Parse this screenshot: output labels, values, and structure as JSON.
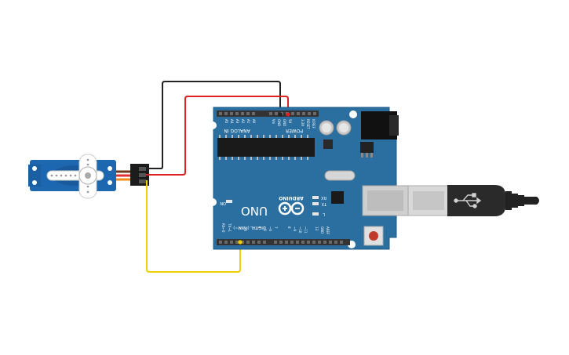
{
  "board": {
    "brand": "ARDUINO",
    "model": "UNO",
    "power_header_label": "POWER",
    "analog_header_label": "ANALOG IN",
    "digital_header_label": "DIGITAL (PWM~)",
    "power_pins": [
      "IOREF",
      "RESET",
      "3.3V",
      "5V",
      "GND",
      "GND",
      "Vin"
    ],
    "analog_pins": [
      "A0",
      "A1",
      "A2",
      "A3",
      "A4",
      "A5"
    ],
    "digital_pins": [
      "AREF",
      "GND",
      "13",
      "~11",
      "~10",
      "~9",
      "8",
      "7",
      "~6",
      "~5",
      "4",
      "~3",
      "2",
      "TX→1",
      "RX←0"
    ],
    "led_labels": [
      "RX",
      "TX",
      "L"
    ],
    "on_label": "ON",
    "colors": {
      "board": "#2a6fa0",
      "board_edge": "#1d5984",
      "header": "#333333",
      "silk": "#ffffff"
    }
  },
  "servo": {
    "color": "#1c67b0",
    "horn_color": "#ffffff"
  },
  "usb_cable": {
    "plug_color": "#d9d9d9",
    "body_color": "#2a2a2a"
  },
  "wires": [
    {
      "name": "ground-wire",
      "color": "#222222",
      "from": "servo",
      "to": "GND"
    },
    {
      "name": "power-wire",
      "color": "#e02020",
      "from": "servo",
      "to": "5V"
    },
    {
      "name": "signal-wire",
      "color": "#f0d000",
      "from": "servo",
      "to": "~3"
    }
  ]
}
